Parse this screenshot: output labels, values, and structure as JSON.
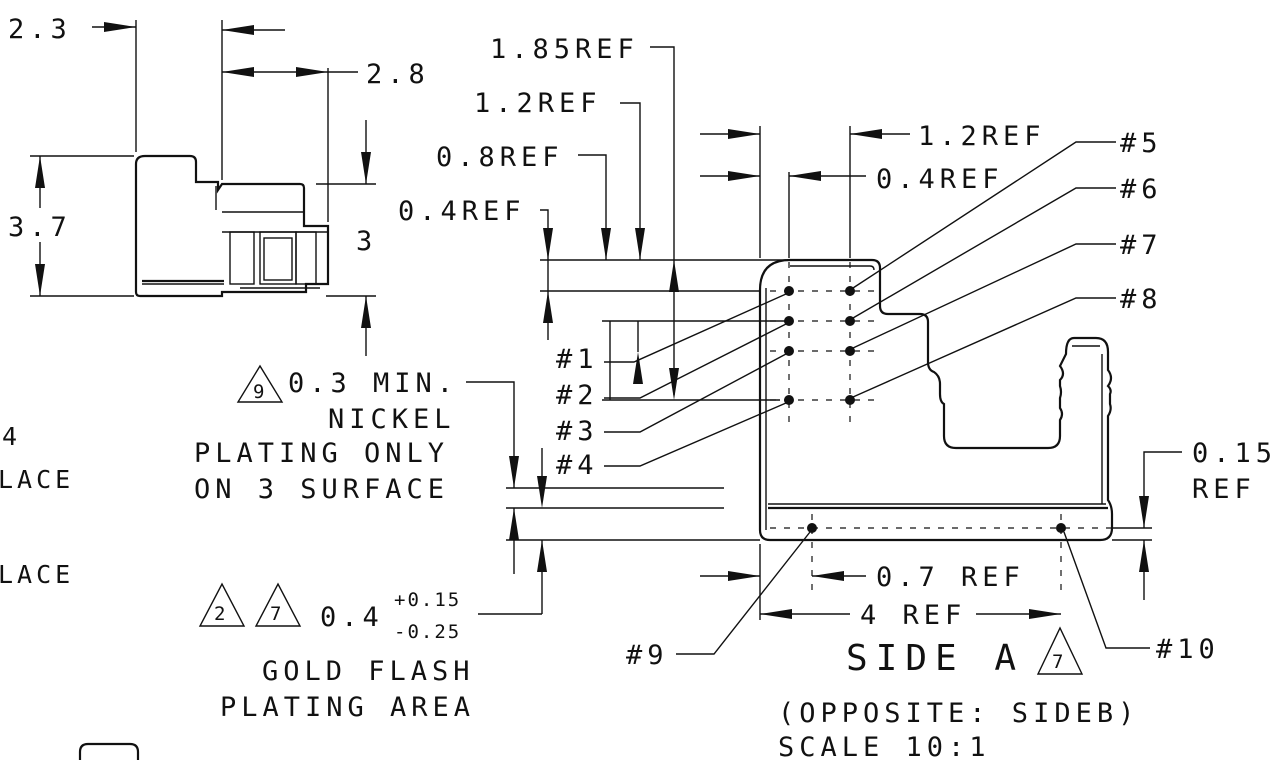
{
  "left_view": {
    "dims": {
      "d2_3": "2.3",
      "d2_8": "2.8",
      "d3_7": "3.7",
      "d3": "3"
    },
    "clipped_text": {
      "line1": "4",
      "line2": "LACE",
      "line3": "LACE"
    }
  },
  "side_view": {
    "ref_dims": {
      "r185": "1.85REF",
      "r12a": "1.2REF",
      "r08": "0.8REF",
      "r04a": "0.4REF",
      "r12b": "1.2REF",
      "r04b": "0.4REF",
      "r07": "0.7 REF",
      "r4": "4 REF",
      "r015_a": "0.15",
      "r015_b": "REF"
    },
    "points": {
      "p1": "#1",
      "p2": "#2",
      "p3": "#3",
      "p4": "#4",
      "p5": "#5",
      "p6": "#6",
      "p7": "#7",
      "p8": "#8",
      "p9": "#9",
      "p10": "#10"
    },
    "nickel_note": {
      "flag": "9",
      "line1": "0.3 MIN.",
      "line2": "NICKEL",
      "line3": "PLATING ONLY",
      "line4": "ON 3 SURFACE"
    },
    "gold_note": {
      "flag_a": "2",
      "flag_b": "7",
      "base": "0.4",
      "upper": "+0.15",
      "lower": "-0.25",
      "line1": "GOLD FLASH",
      "line2": "PLATING AREA"
    },
    "title": {
      "main": "SIDE A",
      "flag": "7",
      "sub1": "(OPPOSITE: SIDEB)",
      "sub2": "SCALE 10:1"
    }
  }
}
